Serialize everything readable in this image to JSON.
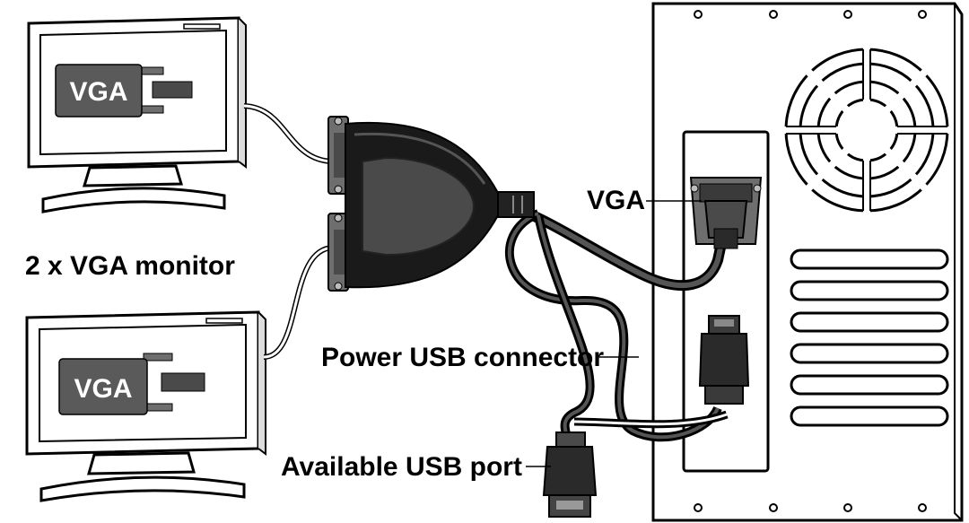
{
  "labels": {
    "monitors": "2 x VGA monitor",
    "vga": "VGA",
    "power_usb": "Power USB connector",
    "usb_port": "Available USB port"
  },
  "monitor_top": {
    "screen_text": "VGA"
  },
  "monitor_bottom": {
    "screen_text": "VGA"
  },
  "colors": {
    "ink": "#000000",
    "gray_dark": "#4a4a4a",
    "gray_mid": "#6e6e6e",
    "gray_light": "#bdbdbd",
    "background": "#ffffff"
  }
}
